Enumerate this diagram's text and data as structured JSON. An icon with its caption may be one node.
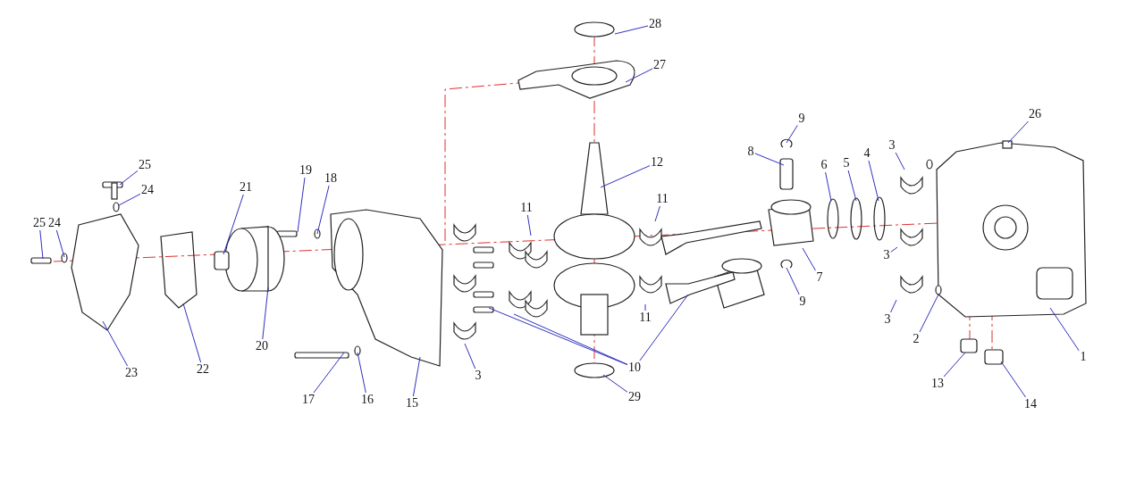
{
  "diagram": {
    "nodes": [
      {
        "text": [
          "28"
        ]
      },
      {
        "text": [
          "27"
        ]
      },
      {
        "text": [
          "26"
        ]
      },
      {
        "text": [
          "9"
        ]
      },
      {
        "text": [
          "8"
        ]
      },
      {
        "text": [
          "3"
        ]
      },
      {
        "text": [
          "4"
        ]
      },
      {
        "text": [
          "5"
        ]
      },
      {
        "text": [
          "6"
        ]
      },
      {
        "text": [
          "12"
        ]
      },
      {
        "text": [
          "25"
        ]
      },
      {
        "text": [
          "19"
        ]
      },
      {
        "text": [
          "18"
        ]
      },
      {
        "text": [
          "21"
        ]
      },
      {
        "text": [
          "24"
        ]
      },
      {
        "text": [
          "11"
        ]
      },
      {
        "text": [
          "11"
        ]
      },
      {
        "text": [
          "25"
        ]
      },
      {
        "text": [
          "24"
        ]
      },
      {
        "text": [
          "3"
        ]
      },
      {
        "text": [
          "7"
        ]
      },
      {
        "text": [
          "9"
        ]
      },
      {
        "text": [
          "3"
        ]
      },
      {
        "text": [
          "11"
        ]
      },
      {
        "text": [
          "2"
        ]
      },
      {
        "text": [
          "20"
        ]
      },
      {
        "text": [
          "1"
        ]
      },
      {
        "text": [
          "10"
        ]
      },
      {
        "text": [
          "22"
        ]
      },
      {
        "text": [
          "23"
        ]
      },
      {
        "text": [
          "3"
        ]
      },
      {
        "text": [
          "13"
        ]
      },
      {
        "text": [
          "29"
        ]
      },
      {
        "text": [
          "17"
        ]
      },
      {
        "text": [
          "16"
        ]
      },
      {
        "text": [
          "15"
        ]
      },
      {
        "text": [
          "14"
        ]
      }
    ],
    "edges": [
      {
        "from": 0,
        "to": null,
        "arrow": "none"
      },
      {
        "from": 1,
        "to": null,
        "arrow": "none"
      },
      {
        "from": 2,
        "to": null,
        "arrow": "none"
      },
      {
        "from": 3,
        "to": null,
        "arrow": "none"
      },
      {
        "from": 4,
        "to": null,
        "arrow": "none"
      },
      {
        "from": 5,
        "to": null,
        "arrow": "none"
      },
      {
        "from": 6,
        "to": null,
        "arrow": "none"
      },
      {
        "from": 7,
        "to": null,
        "arrow": "none"
      },
      {
        "from": 8,
        "to": null,
        "arrow": "none"
      },
      {
        "from": 9,
        "to": null,
        "arrow": "none"
      },
      {
        "from": 10,
        "to": null,
        "arrow": "none"
      },
      {
        "from": 11,
        "to": null,
        "arrow": "none"
      },
      {
        "from": 12,
        "to": null,
        "arrow": "none"
      },
      {
        "from": 13,
        "to": null,
        "arrow": "none"
      },
      {
        "from": 14,
        "to": null,
        "arrow": "none"
      },
      {
        "from": 15,
        "to": null,
        "arrow": "none"
      },
      {
        "from": 16,
        "to": null,
        "arrow": "none"
      },
      {
        "from": 17,
        "to": null,
        "arrow": "none"
      },
      {
        "from": 18,
        "to": null,
        "arrow": "none"
      },
      {
        "from": 19,
        "to": null,
        "arrow": "none"
      },
      {
        "from": 20,
        "to": null,
        "arrow": "none"
      },
      {
        "from": 21,
        "to": null,
        "arrow": "none"
      },
      {
        "from": 22,
        "to": null,
        "arrow": "none"
      },
      {
        "from": 23,
        "to": null,
        "arrow": "none"
      },
      {
        "from": 24,
        "to": null,
        "arrow": "none"
      },
      {
        "from": 25,
        "to": null,
        "arrow": "none"
      },
      {
        "from": 26,
        "to": null,
        "arrow": "none"
      },
      {
        "from": 27,
        "to": null,
        "arrow": "none"
      },
      {
        "from": 27,
        "to": null,
        "arrow": "none"
      },
      {
        "from": 27,
        "to": null,
        "arrow": "none"
      },
      {
        "from": 28,
        "to": null,
        "arrow": "none"
      },
      {
        "from": 29,
        "to": null,
        "arrow": "none"
      },
      {
        "from": 30,
        "to": null,
        "arrow": "none"
      },
      {
        "from": 31,
        "to": null,
        "arrow": "none"
      },
      {
        "from": 32,
        "to": null,
        "arrow": "none"
      },
      {
        "from": 33,
        "to": null,
        "arrow": "none"
      },
      {
        "from": 34,
        "to": null,
        "arrow": "none"
      },
      {
        "from": 35,
        "to": null,
        "arrow": "none"
      },
      {
        "from": 36,
        "to": null,
        "arrow": "none"
      }
    ]
  }
}
